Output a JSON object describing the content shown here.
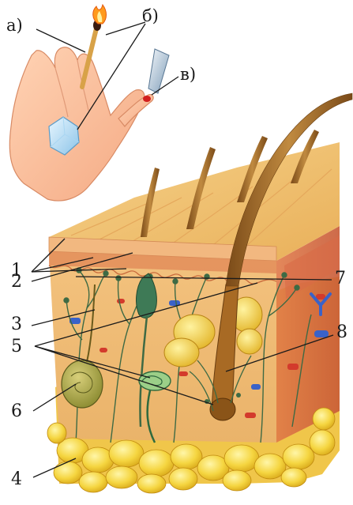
{
  "inset_labels": {
    "a": "а)",
    "b": "б)",
    "v": "в)"
  },
  "skin_labels": {
    "n1": "1",
    "n2": "2",
    "n3": "3",
    "n4": "4",
    "n5": "5",
    "n6": "6",
    "n7": "7",
    "n8": "8"
  }
}
